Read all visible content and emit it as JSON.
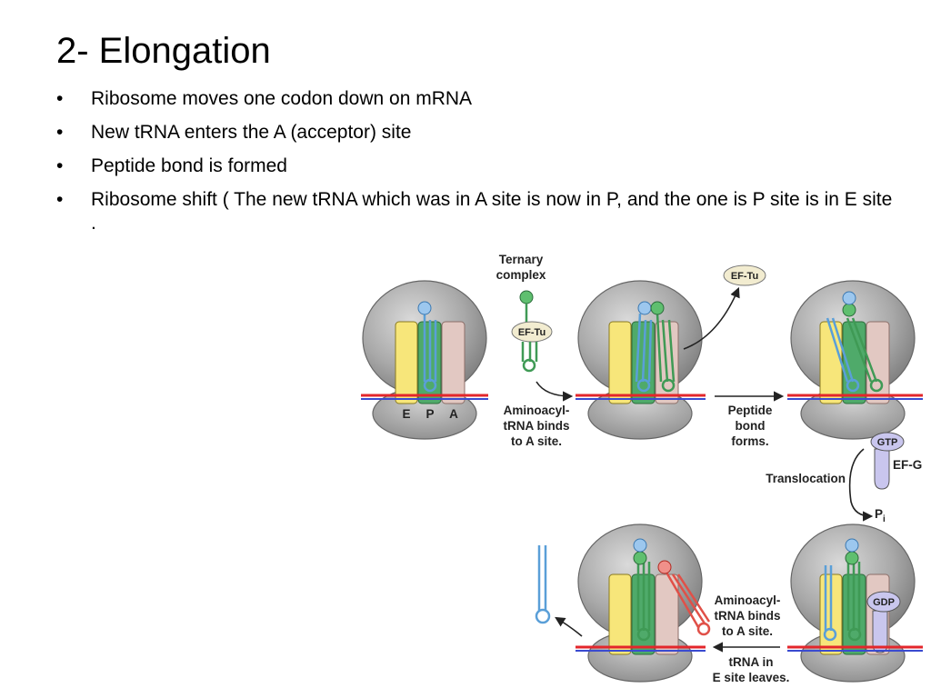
{
  "slide": {
    "title": "2- Elongation",
    "bullet_glyph": "•",
    "bullets": [
      "Ribosome moves one codon down on mRNA",
      "New tRNA enters the A (acceptor) site",
      "Peptide bond is formed",
      "Ribosome shift ( The new tRNA which was in A site is now in P, and the one is P site is in E site ."
    ]
  },
  "figure": {
    "site_labels": [
      "E",
      "P",
      "A"
    ],
    "ternary_line1": "Ternary",
    "ternary_line2": "complex",
    "eftu": "EF-Tu",
    "binds1_line1": "Aminoacyl-",
    "binds1_line2": "tRNA binds",
    "binds1_line3": "to A site.",
    "peptide_line1": "Peptide",
    "peptide_line2": "bond",
    "peptide_line3": "forms.",
    "gtp": "GTP",
    "efg": "EF-G",
    "translocation": "Translocation",
    "pi_main": "P",
    "pi_sub": "i",
    "gdp": "GDP",
    "binds2_line1": "Aminoacyl-",
    "binds2_line2": "tRNA binds",
    "binds2_line3": "to A site.",
    "leaves_line1": "tRNA in",
    "leaves_line2": "E site leaves.",
    "colors": {
      "ribosome": "#8f8f8f",
      "e_site": "#f7e67a",
      "p_site": "#4faa6a",
      "a_site": "#e2c8c2",
      "trna_blue": "#5a9fd8",
      "trna_green": "#3f9a55",
      "trna_red": "#e05048",
      "mrna_red": "#e3262b",
      "mrna_blue": "#3a4bd0",
      "ef_tu_fill": "#f2ecd0",
      "ef_g_fill": "#c9c6ee"
    }
  }
}
